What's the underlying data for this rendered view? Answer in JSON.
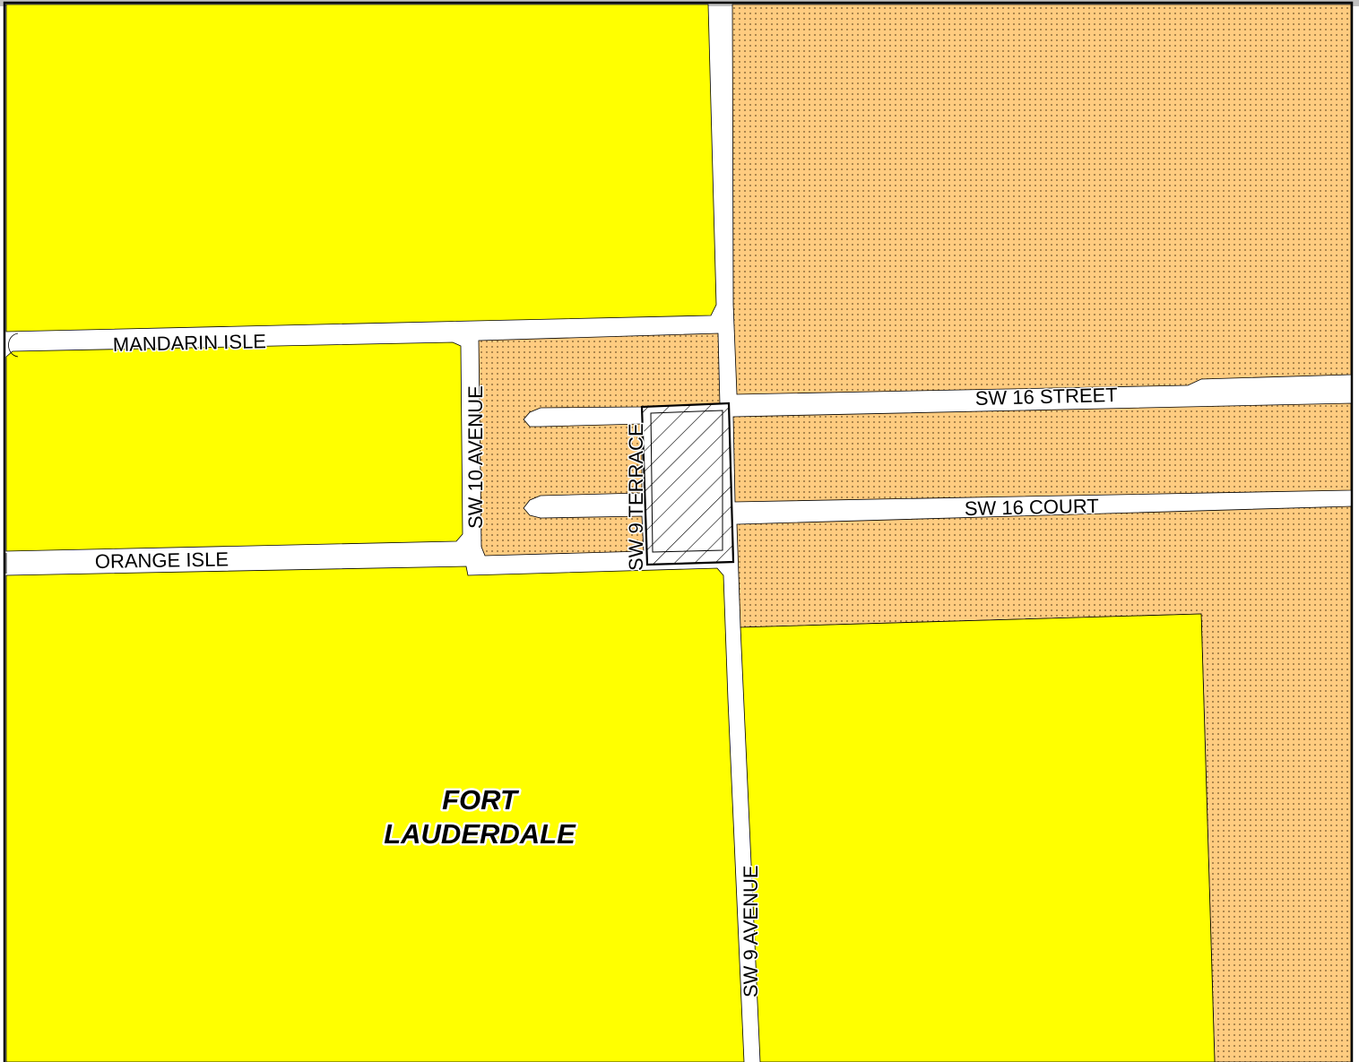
{
  "map": {
    "colors": {
      "residential": "#ffff00",
      "commercial_fill": "#ffcc80",
      "commercial_dot": "#8a6a3a",
      "road": "#ffffff",
      "outline": "#000000",
      "frame": "#000000",
      "top_band": "#c0c0c0"
    },
    "labels": {
      "mandarin_isle": "MANDARIN ISLE",
      "orange_isle": "ORANGE ISLE",
      "sw_16_street": "SW 16 STREET",
      "sw_16_court": "SW 16 COURT",
      "sw_10_avenue": "SW 10 AVENUE",
      "sw_9_terrace": "SW 9 TERRACE",
      "sw_9_avenue": "SW 9 AVENUE",
      "city_line1": "FORT",
      "city_line2": "LAUDERDALE"
    },
    "legend_classes": {
      "residential": "residential-land-use",
      "commercial": "commercial-land-use",
      "subject": "subject-site-hatch"
    }
  }
}
